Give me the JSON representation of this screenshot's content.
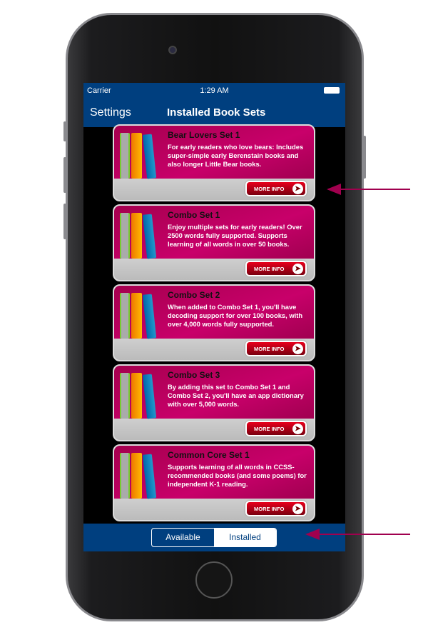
{
  "status": {
    "carrier": "Carrier",
    "time": "1:29 AM"
  },
  "nav": {
    "back": "Settings",
    "title": "Installed Book Sets"
  },
  "cards": [
    {
      "name": "Bear Lovers Set 1",
      "desc": "For early readers who love bears: Includes super-simple early Berenstain books and also longer Little Bear books.",
      "button": "MORE INFO"
    },
    {
      "name": "Combo Set 1",
      "desc": "Enjoy multiple sets for early readers! Over 2500 words fully supported. Supports learning of all words in over 50 books.",
      "button": "MORE INFO"
    },
    {
      "name": "Combo Set 2",
      "desc": "When added to Combo Set 1, you'll have decoding support for over 100 books, with over 4,000 words fully supported.",
      "button": "MORE INFO"
    },
    {
      "name": "Combo Set 3",
      "desc": "By adding this set to Combo Set 1 and Combo Set 2, you'll have an app dictionary with over 5,000 words.",
      "button": "MORE INFO"
    },
    {
      "name": "Common Core Set 1",
      "desc": "Supports learning of all words in CCSS-recommended books (and some poems) for independent K-1 reading.",
      "button": "MORE INFO"
    }
  ],
  "segments": {
    "available": "Available",
    "installed": "Installed",
    "selected": "Installed"
  },
  "colors": {
    "navbar": "#003f7f",
    "card": "#c8006a",
    "annotation_arrow": "#a0004e"
  }
}
